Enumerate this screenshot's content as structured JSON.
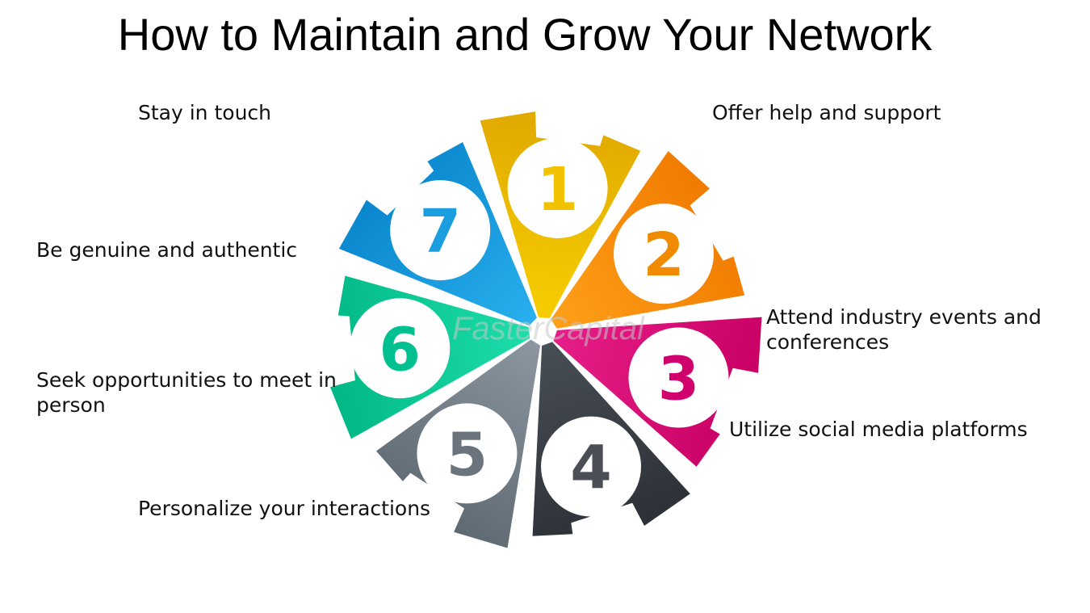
{
  "title": "How to Maintain and Grow Your Network",
  "watermark": "FasterCapital",
  "steps": [
    {
      "number": "1",
      "label": "Stay in touch",
      "color": "#f8d000",
      "dark": "#e0a800",
      "text_color": "#f2c200"
    },
    {
      "number": "2",
      "label": "Offer help and support",
      "color": "#ffa21a",
      "dark": "#f07a00",
      "text_color": "#f08a00"
    },
    {
      "number": "3",
      "label": "Attend industry events and conferences",
      "label_lines": [
        "Attend industry events and",
        "conferences"
      ],
      "color": "#e8208a",
      "dark": "#c80064",
      "text_color": "#d0006c"
    },
    {
      "number": "4",
      "label": "Utilize social media platforms",
      "color": "#4a5058",
      "dark": "#2c3036",
      "text_color": "#4a4f56"
    },
    {
      "number": "5",
      "label": "Personalize your interactions",
      "color": "#8f99a3",
      "dark": "#5f6972",
      "text_color": "#6b747c"
    },
    {
      "number": "6",
      "label": "Seek opportunities to meet in person",
      "label_lines": [
        "Seek opportunities to meet in",
        "person"
      ],
      "color": "#1fe0ad",
      "dark": "#00b784",
      "text_color": "#00c090"
    },
    {
      "number": "7",
      "label": "Be genuine and authentic",
      "color": "#2ab2f0",
      "dark": "#0a86cc",
      "text_color": "#1a9ee0"
    }
  ]
}
